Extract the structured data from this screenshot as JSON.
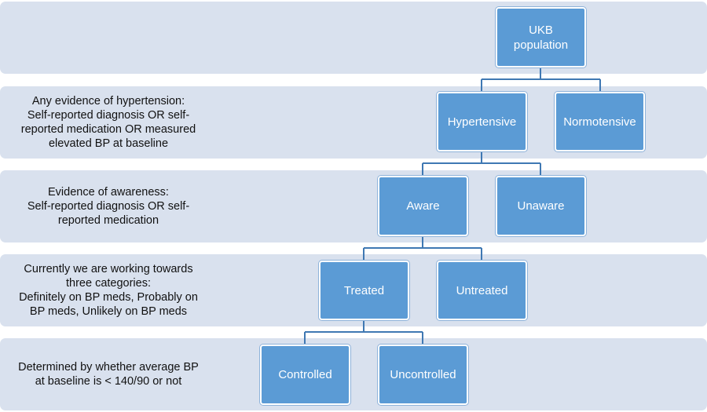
{
  "bands": [
    {
      "text": ""
    },
    {
      "text": "Any evidence of hypertension:\nSelf-reported diagnosis OR self-\nreported medication OR measured\nelevated BP at baseline"
    },
    {
      "text": "Evidence of awareness:\nSelf-reported diagnosis OR self-\nreported medication"
    },
    {
      "text": "Currently we are working towards\nthree categories:\nDefinitely on BP meds, Probably on\nBP meds, Unlikely on BP meds"
    },
    {
      "text": "Determined by whether average BP\nat baseline is < 140/90 or not"
    }
  ],
  "nodes": {
    "ukb": "UKB\npopulation",
    "hypertensive": "Hypertensive",
    "normotensive": "Normotensive",
    "aware": "Aware",
    "unaware": "Unaware",
    "treated": "Treated",
    "untreated": "Untreated",
    "controlled": "Controlled",
    "uncontrolled": "Uncontrolled"
  },
  "colors": {
    "band_fill": "#d9e1ee",
    "node_fill": "#5b9bd5",
    "connector": "#3f78b3"
  }
}
